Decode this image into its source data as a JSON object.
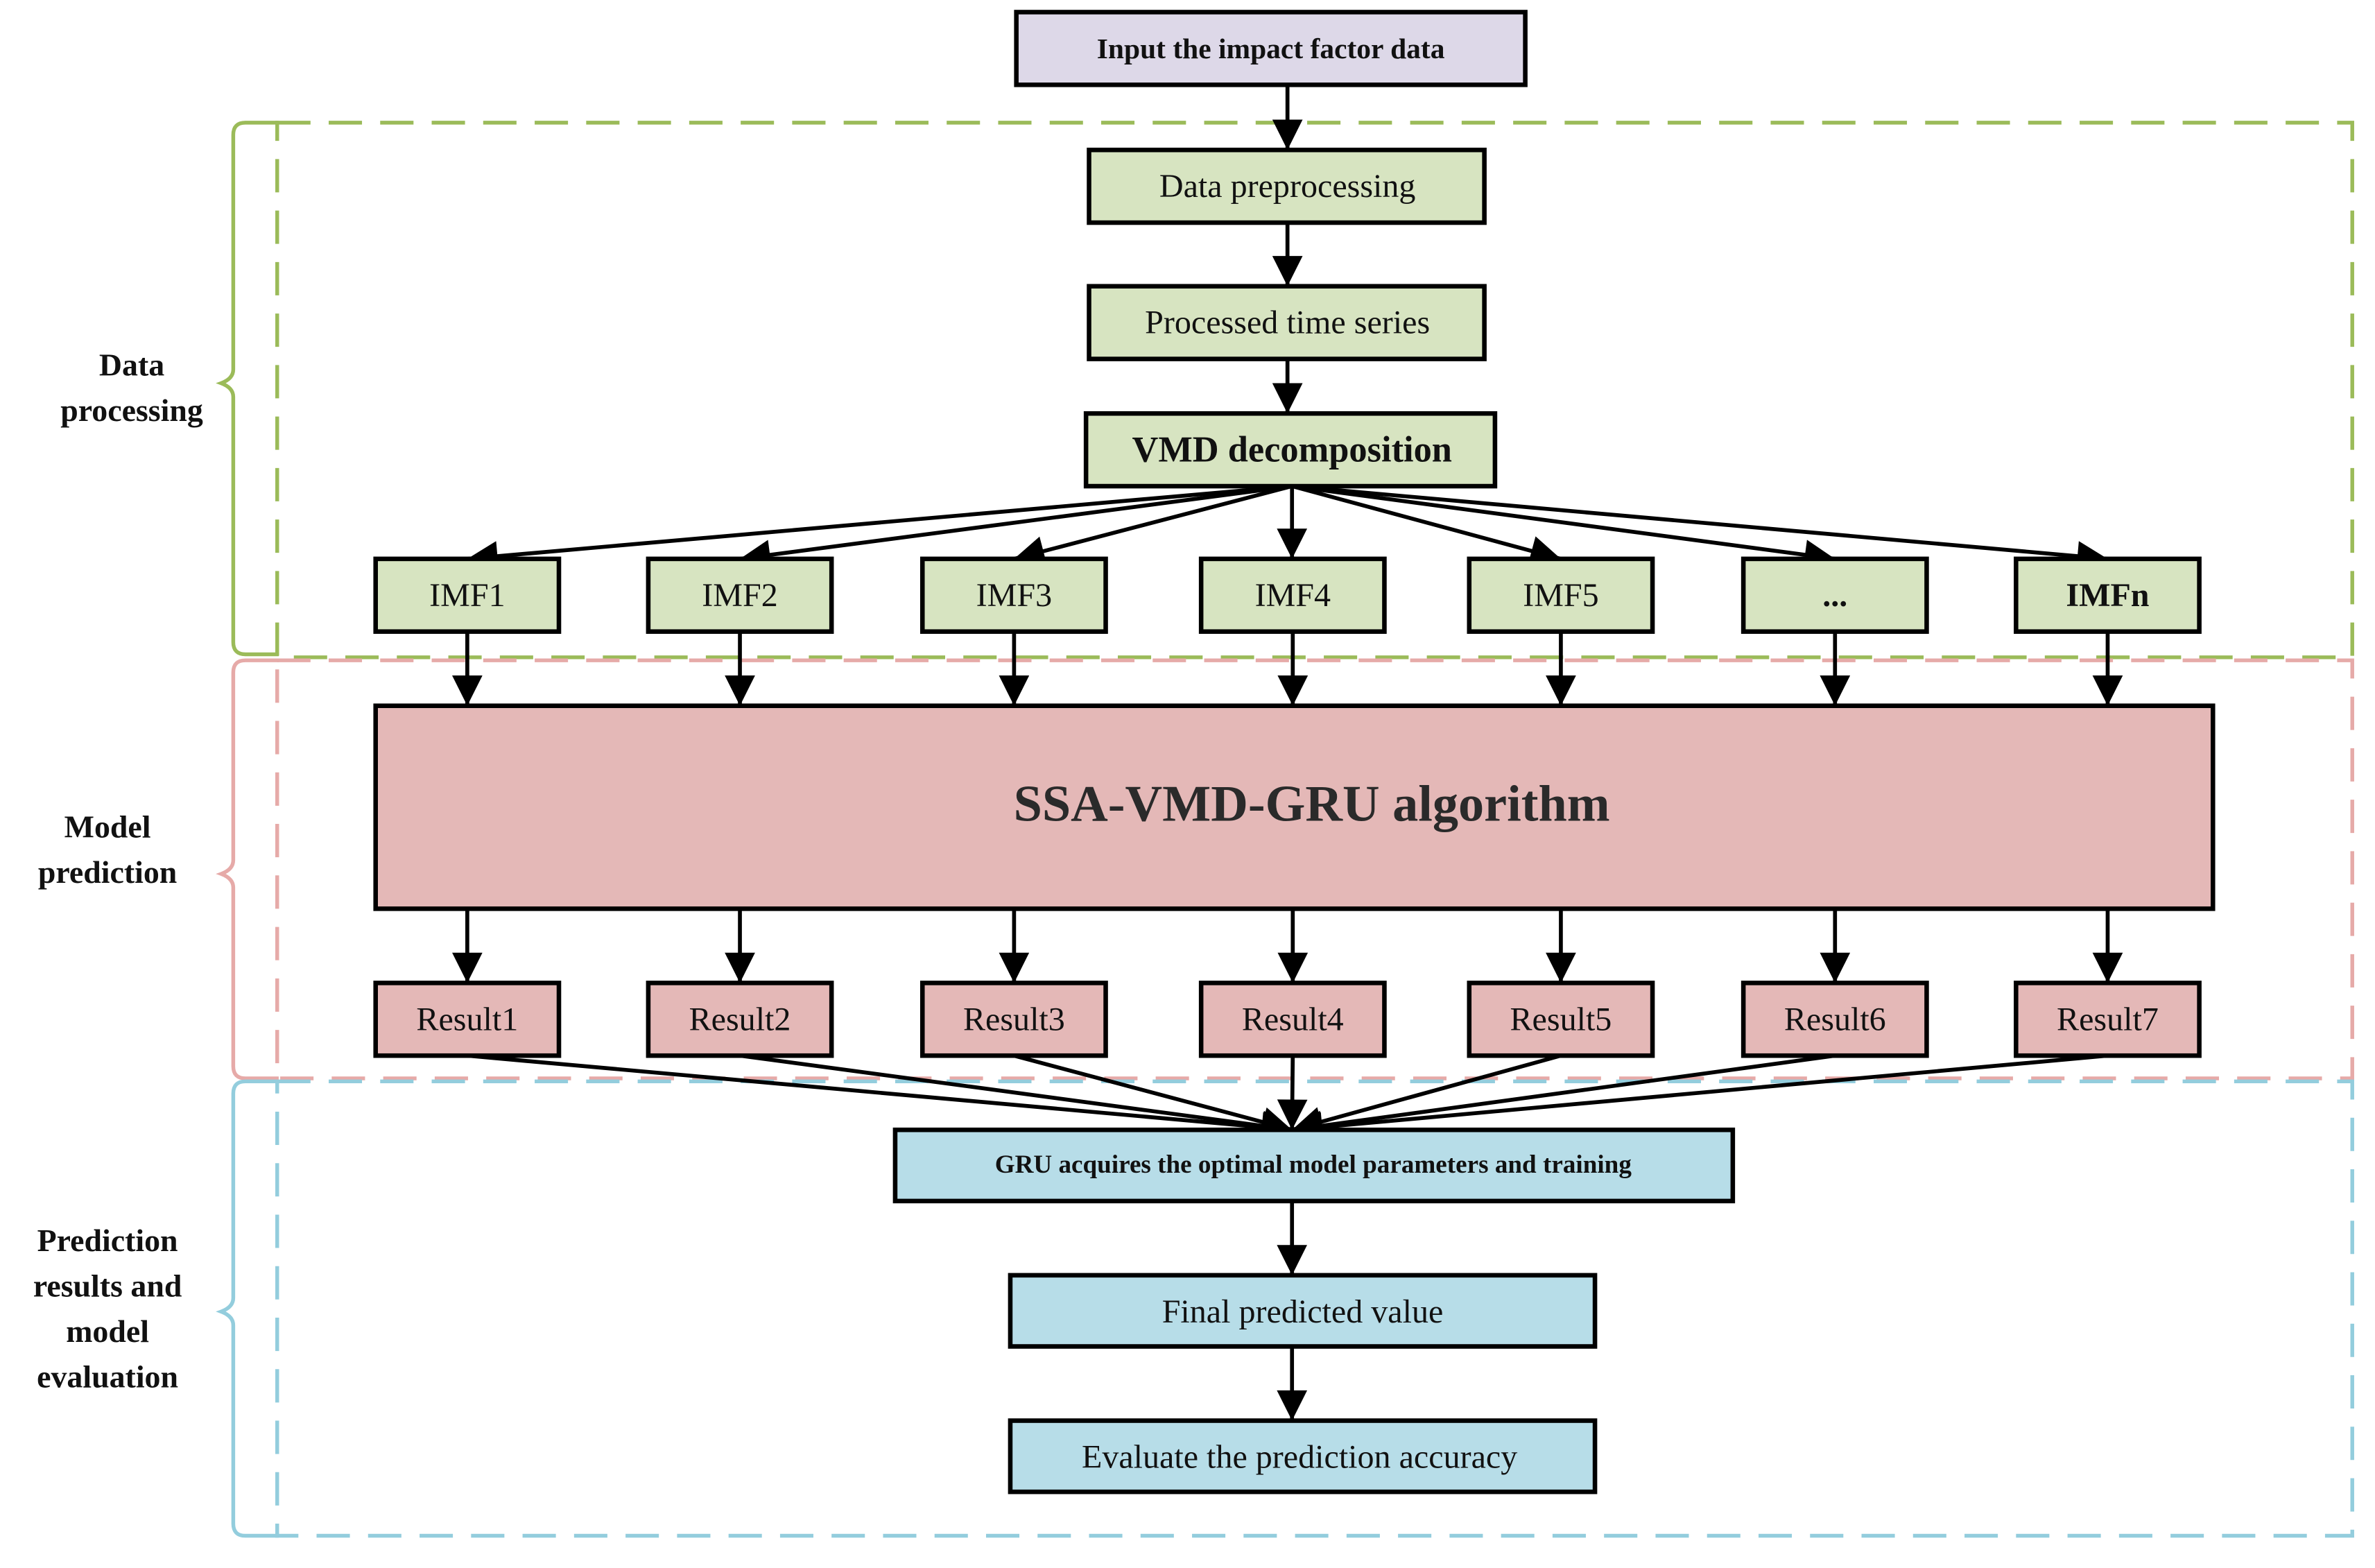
{
  "title": "SSA-VMD-GRU prediction flowchart",
  "colors": {
    "input_fill": "#ddd8e8",
    "processing_fill": "#d7e4c1",
    "processing_border": "#9bbb59",
    "prediction_fill": "#e4b8b7",
    "prediction_border": "#e6aaa8",
    "evaluation_fill": "#b7dde8",
    "evaluation_border": "#93cddd",
    "line": "#000000"
  },
  "input": {
    "label": "Input the impact factor data"
  },
  "sections": {
    "data_processing": {
      "label_lines": [
        "Data",
        "processing"
      ]
    },
    "model_prediction": {
      "label_lines": [
        "Model",
        "prediction"
      ]
    },
    "evaluation": {
      "label_lines": [
        "Prediction",
        "results and",
        "model",
        "evaluation"
      ]
    }
  },
  "processing": {
    "preprocessing": "Data preprocessing",
    "processed_series": "Processed time series",
    "vmd": "VMD decomposition",
    "imfs": [
      "IMF1",
      "IMF2",
      "IMF3",
      "IMF4",
      "IMF5",
      "...",
      "IMFn"
    ]
  },
  "prediction": {
    "algorithm": "SSA-VMD-GRU algorithm",
    "results": [
      "Result1",
      "Result2",
      "Result3",
      "Result4",
      "Result5",
      "Result6",
      "Result7"
    ]
  },
  "evaluation": {
    "gru": "GRU acquires the optimal model parameters and training",
    "final": "Final predicted value",
    "accuracy": "Evaluate the prediction accuracy"
  }
}
